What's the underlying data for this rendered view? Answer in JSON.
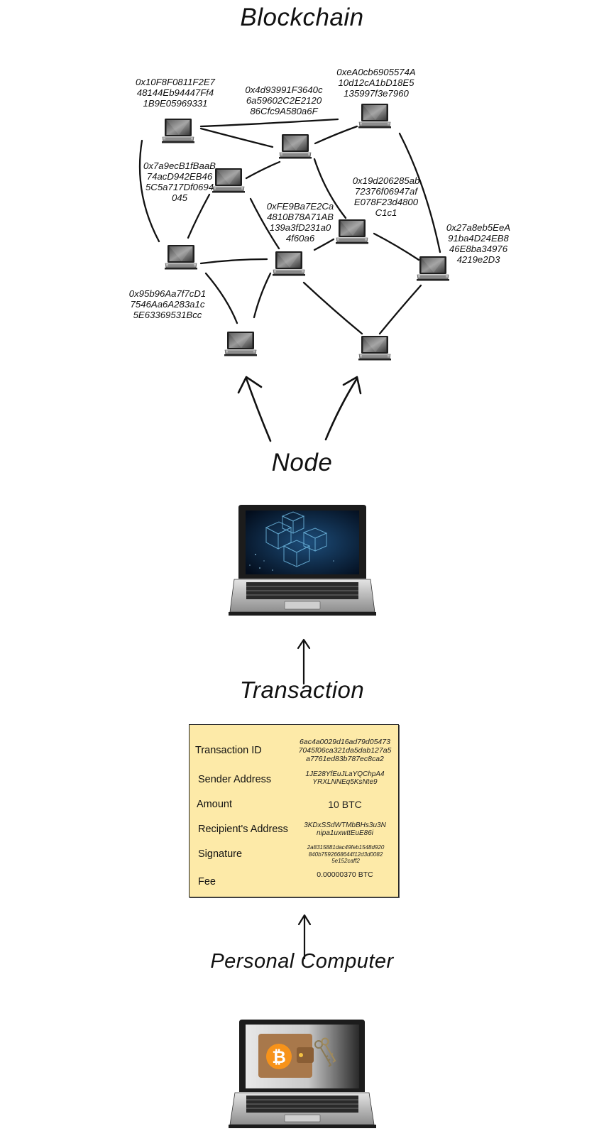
{
  "titles": {
    "blockchain": "Blockchain",
    "node": "Node",
    "transaction": "Transaction",
    "personal_computer": "Personal Computer"
  },
  "addresses": [
    [
      "0x10F8F0811F2E7",
      "48144Eb94447Ff4",
      "1B9E05969331"
    ],
    [
      "0x4d93991F3640c",
      "6a59602C2E2120",
      "86Cfc9A580a6F"
    ],
    [
      "0xeA0cb6905574A",
      "10d12cA1bD18E5",
      "135997f3e7960"
    ],
    [
      "0x7a9ecB1fBaaB",
      "74acD942EB46",
      "5C5a717Df0694",
      "045"
    ],
    [
      "0x19d206285ab",
      "72376f06947af",
      "E078F23d4800",
      "C1c1"
    ],
    [
      "0xFE9Ba7E2Ca",
      "4810B78A71AB",
      "139a3fD231a0",
      "4f60a6"
    ],
    [
      "0x27a8eb5EeA",
      "91ba4D24EB8",
      "46E8ba34976",
      "4219e2D3"
    ],
    [
      "0x95b96Aa7f7cD1",
      "7546Aa6A283a1c",
      "5E63369531Bcc"
    ]
  ],
  "transaction": {
    "rows": [
      {
        "label": "Transaction ID",
        "value": [
          "6ac4a0029d16ad79d05473",
          "7045f06ca321da5dab127a5",
          "a7761ed83b787ec8ca2"
        ]
      },
      {
        "label": "Sender Address",
        "value": [
          "1JE28YfEuJLaYQChpA4",
          "YRXLNNEq5KsNte9"
        ]
      },
      {
        "label": "Amount",
        "value": [
          "10 BTC"
        ]
      },
      {
        "label": "Recipient's Address",
        "value": [
          "3KDxSSdWTMbBHs3u3N",
          "nipa1uxwttEuE86i"
        ]
      },
      {
        "label": "Signature",
        "value": [
          "2a8315881dac49feb1548d920",
          "840b7592668644f12d3d0082",
          "5e152caff2"
        ]
      },
      {
        "label": "Fee",
        "value": [
          "0.00000370 BTC"
        ]
      }
    ]
  },
  "icons": {
    "network_node": "laptop-icon",
    "node": "laptop-blockchain-screen-icon",
    "personal_computer": "laptop-wallet-icon",
    "wallet": "bitcoin-wallet-icon",
    "keys": "keys-icon",
    "arrow": "arrow-up-icon"
  },
  "colors": {
    "card_background": "#fdeaa8",
    "bitcoin": "#f7931a",
    "wallet": "#a8784b",
    "screen_dark": "#0a1a2e"
  }
}
